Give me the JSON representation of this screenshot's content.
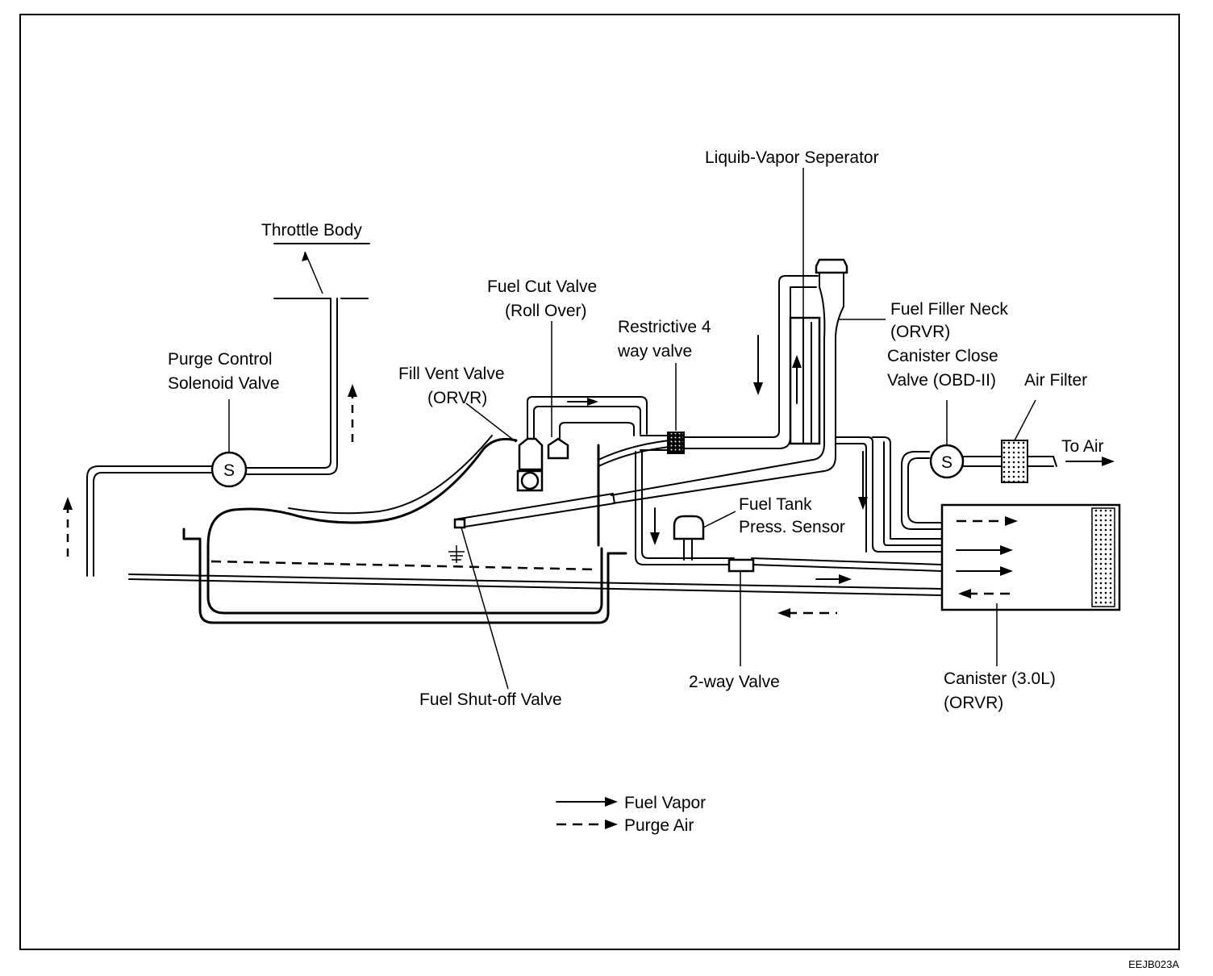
{
  "labels": {
    "throttle_body": "Throttle Body",
    "purge_control_1": "Purge Control",
    "purge_control_2": "Solenoid Valve",
    "fuel_cut_1": "Fuel Cut Valve",
    "fuel_cut_2": "(Roll Over)",
    "fill_vent_1": "Fill Vent Valve",
    "fill_vent_2": "(ORVR)",
    "restrictive_1": "Restrictive 4",
    "restrictive_2": "way valve",
    "separator": "Liquib-Vapor Seperator",
    "filler_neck_1": "Fuel Filler Neck",
    "filler_neck_2": "(ORVR)",
    "canister_close_1": "Canister Close",
    "canister_close_2": "Valve (OBD-II)",
    "air_filter": "Air Filter",
    "to_air": "To Air",
    "tank_sensor_1": "Fuel Tank",
    "tank_sensor_2": "Press. Sensor",
    "shutoff": "Fuel Shut-off Valve",
    "two_way": "2-way Valve",
    "canister_1": "Canister (3.0L)",
    "canister_2": "(ORVR)",
    "solenoid_symbol": "S"
  },
  "legend": {
    "fuel_vapor": "Fuel Vapor",
    "purge_air": "Purge Air"
  },
  "figure_code": "EEJB023A"
}
